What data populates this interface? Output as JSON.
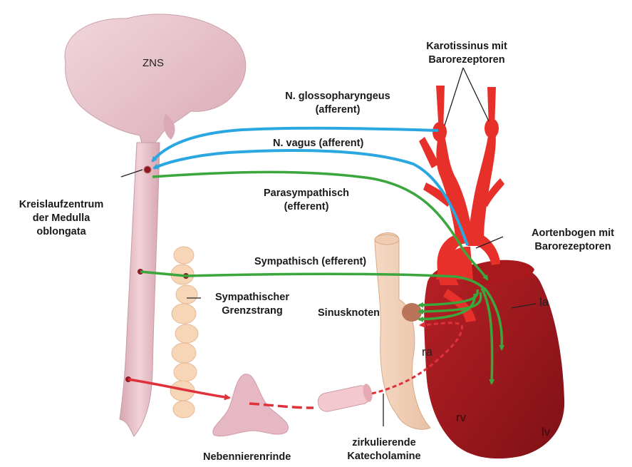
{
  "labels": {
    "zns": "ZNS",
    "karotis_l1": "Karotissinus mit",
    "karotis_l2": "Barorezeptoren",
    "glosso_l1": "N. glossopharyngeus",
    "glosso_l2": "(afferent)",
    "vagus": "N. vagus (afferent)",
    "para_l1": "Parasympathisch",
    "para_l2": "(efferent)",
    "kreis_l1": "Kreislaufzentrum",
    "kreis_l2": "der Medulla",
    "kreis_l3": "oblongata",
    "aorta_l1": "Aortenbogen mit",
    "aorta_l2": "Barorezeptoren",
    "sympath": "Sympathisch (efferent)",
    "grenz_l1": "Sympathischer",
    "grenz_l2": "Grenzstrang",
    "sinus": "Sinusknoten",
    "la": "la",
    "ra": "ra",
    "rv": "rv",
    "lv": "lv",
    "neben": "Nebennierenrinde",
    "kat_l1": "zirkulierende",
    "kat_l2": "Katecholamine"
  },
  "colors": {
    "afferent": "#2aa7e0",
    "parasympathetic": "#3aa63c",
    "sympathetic": "#3aa63c",
    "hormonal": "#e0303a",
    "brain": "#e8c4cc",
    "heart": "#9e1a1e",
    "aorta": "#e8302a",
    "ganglion": "#f6d2b0"
  }
}
